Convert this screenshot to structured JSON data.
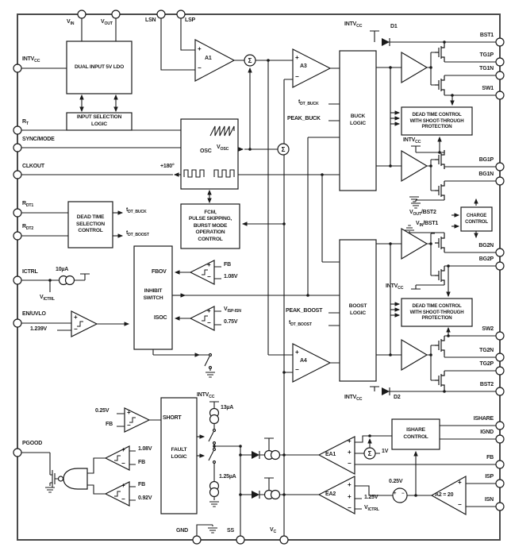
{
  "icons": {
    "sigma": "Σ",
    "plus": "+",
    "minus": "−"
  },
  "pins": {
    "top": [
      {
        "base": "V",
        "sub": "IN"
      },
      {
        "base": "V",
        "sub": "OUT"
      },
      {
        "base": "LSN"
      },
      {
        "base": "LSP"
      }
    ],
    "left": [
      {
        "base": "INTV",
        "sub": "CC"
      },
      {
        "base": "R",
        "sub": "T"
      },
      {
        "base": "SYNC/MODE"
      },
      {
        "base": "CLKOUT"
      },
      {
        "base": "R",
        "sub": "DT1"
      },
      {
        "base": "R",
        "sub": "DT2"
      },
      {
        "base": "ICTRL"
      },
      {
        "base": "EN/UVLO"
      },
      {
        "base": "PGOOD"
      }
    ],
    "right": [
      "BST1",
      "TG1P",
      "TG1N",
      "SW1",
      "BG1P",
      "BG1N",
      "BG2N",
      "BG2P",
      "SW2",
      "TG2N",
      "TG2P",
      "BST2",
      "ISHARE",
      "IGND",
      "FB",
      "ISP",
      "ISN"
    ],
    "bottom": [
      {
        "base": "GND"
      },
      {
        "base": "SS"
      },
      {
        "base": "V",
        "sub": "C"
      }
    ]
  },
  "blocks": {
    "ldo": {
      "l1": "DUAL INPUT 5V LDO"
    },
    "isl": {
      "l1": "INPUT SELECTION",
      "l2": "LOGIC"
    },
    "osc": {
      "name": "OSC"
    },
    "mode": {
      "l1": "FCM,",
      "l2": "PULSE SKIPPING,",
      "l3": "BURST MODE",
      "l4": "OPERATION",
      "l5": "CONTROL"
    },
    "dtsc": {
      "l1": "DEAD TIME",
      "l2": "SELECTION",
      "l3": "CONTROL"
    },
    "buck": {
      "l1": "BUCK",
      "l2": "LOGIC"
    },
    "boost": {
      "l1": "BOOST",
      "l2": "LOGIC"
    },
    "dt": {
      "l1": "DEAD TIME CONTROL",
      "l2": "WITH SHOOT-THROUGH",
      "l3": "PROTECTION"
    },
    "charge": {
      "l1": "CHARGE",
      "l2": "CONTROL"
    },
    "inhibit": {
      "l1": "INHIBIT",
      "l2": "SWITCH",
      "fbov": "FBOV",
      "isoc": "ISOC"
    },
    "fault": {
      "l1": "FAULT",
      "l2": "LOGIC",
      "short": "SHORT"
    },
    "ishare": {
      "l1": "ISHARE",
      "l2": "CONTROL"
    }
  },
  "amps": {
    "a1": "A1",
    "a3": "A3",
    "a4": "A4",
    "a2": "A2 = 20",
    "ea1": "EA1",
    "ea2": "EA2"
  },
  "signals": {
    "tdt_buck": {
      "base": "t",
      "sub": "DT_BUCK"
    },
    "tdt_boost": {
      "base": "t",
      "sub": "DT_BOOST"
    },
    "peak_buck": "PEAK_BUCK",
    "peak_boost": "PEAK_BOOST",
    "intvcc": {
      "base": "INTV",
      "sub": "CC"
    },
    "d1": "D1",
    "d2": "D2",
    "vout_bst2": {
      "base": "V",
      "sub": "OUT",
      "rest": "/BST2"
    },
    "vin_bst1": {
      "base": "V",
      "sub": "IN",
      "rest": "/BST1"
    },
    "vosc": {
      "base": "V",
      "sub": "OSC"
    },
    "phase": "+180°",
    "i10": "10µA",
    "i13": "13µA",
    "i125": "1.25µA",
    "victrl": {
      "base": "V",
      "sub": "ICTRL"
    },
    "visp_isn": {
      "base": "V",
      "sub": "ISP-ISN"
    },
    "v1239": "1.239V",
    "v108": "1.08V",
    "v075": "0.75V",
    "v025": "0.25V",
    "v092": "0.92V",
    "v125": "1.25V",
    "v1": "1V",
    "fb": "FB"
  }
}
